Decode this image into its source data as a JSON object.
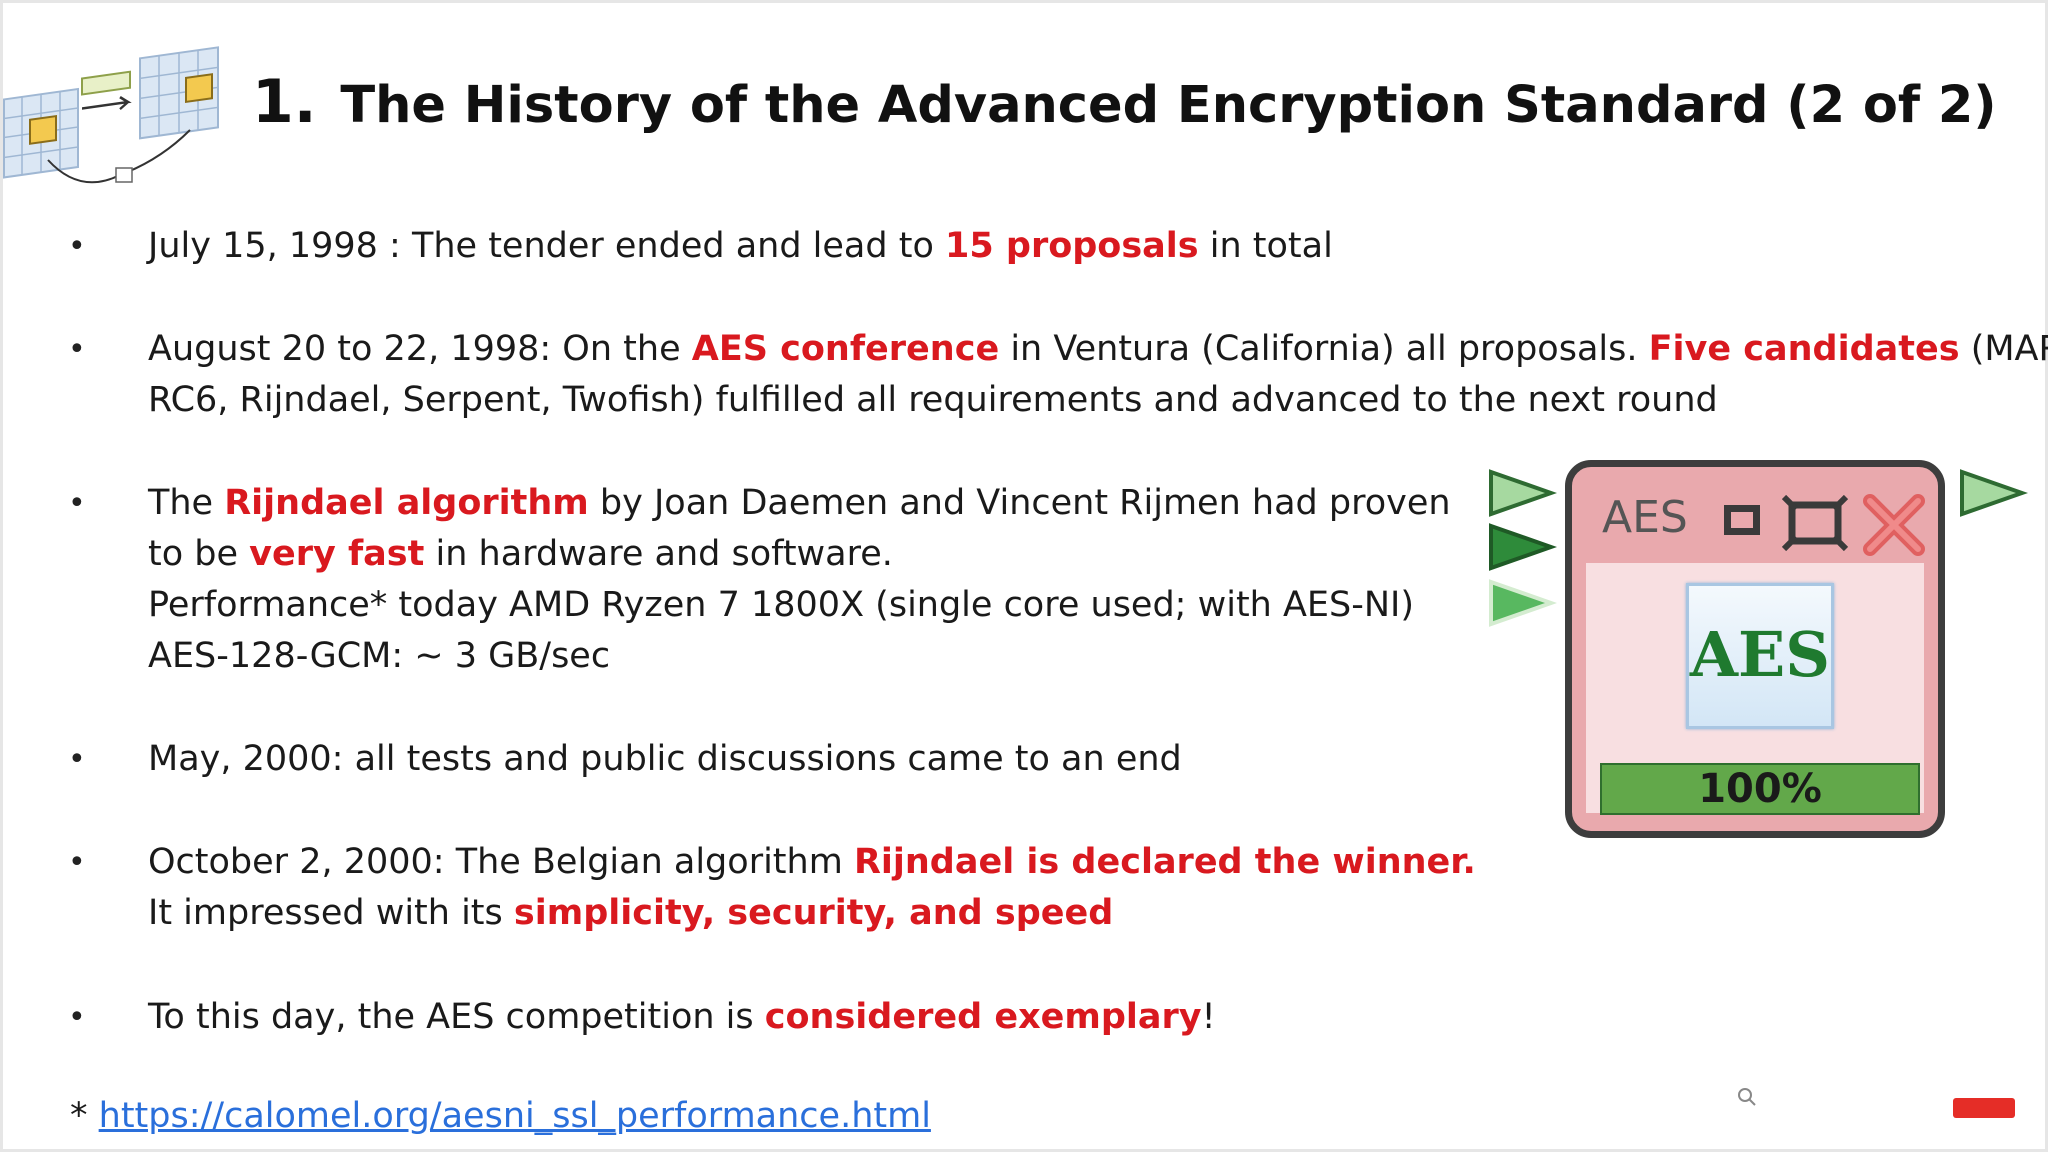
{
  "slide": {
    "title_number": "1.",
    "title_text": "The History of the Advanced Encryption Standard (2 of 2)",
    "bullets": [
      {
        "lines": [
          [
            {
              "text": "July 15, 1998 : The tender ended and lead to "
            },
            {
              "text": "15 proposals",
              "red": true
            },
            {
              "text": " in total"
            }
          ]
        ]
      },
      {
        "lines": [
          [
            {
              "text": "August 20 to 22, 1998: On the "
            },
            {
              "text": "AES conference",
              "red": true
            },
            {
              "text": " in Ventura (California) all proposals. "
            },
            {
              "text": "Five candidates",
              "red": true
            },
            {
              "text": " (MARS,"
            }
          ],
          [
            {
              "text": "RC6, Rijndael, Serpent, Twofish) fulfilled all requirements and advanced to the next round"
            }
          ]
        ]
      },
      {
        "lines": [
          [
            {
              "text": "The "
            },
            {
              "text": "Rijndael algorithm",
              "red": true
            },
            {
              "text": " by Joan Daemen and Vincent Rijmen had proven"
            }
          ],
          [
            {
              "text": "to be "
            },
            {
              "text": "very fast",
              "red": true
            },
            {
              "text": " in hardware and software."
            }
          ],
          [
            {
              "text": "Performance* today AMD Ryzen 7 1800X (single core used; with AES-NI)"
            }
          ],
          [
            {
              "text": "AES-128-GCM: ~ 3 GB/sec"
            }
          ]
        ]
      },
      {
        "lines": [
          [
            {
              "text": "May, 2000: all tests and public discussions came to an end"
            }
          ]
        ]
      },
      {
        "lines": [
          [
            {
              "text": "October 2, 2000: The Belgian algorithm "
            },
            {
              "text": "Rijndael is declared the winner.",
              "red": true
            }
          ],
          [
            {
              "text": "It impressed with its "
            },
            {
              "text": "simplicity, security, and speed",
              "red": true
            }
          ]
        ]
      },
      {
        "lines": [
          [
            {
              "text": "To this day, the AES competition is "
            },
            {
              "text": "considered exemplary",
              "red": true
            },
            {
              "text": "!"
            }
          ]
        ]
      }
    ],
    "bullet_symbol": "•",
    "footnote": {
      "marker": "* ",
      "link_text": "https://calomel.org/aesni_ssl_performance.html"
    }
  },
  "aes_widget": {
    "window_title": "AES",
    "logo_text": "AES",
    "progress_fraction": 1.0,
    "progress_label": "100%"
  },
  "colors": {
    "highlight_red": "#d9191f",
    "link_blue": "#2a6fdb",
    "widget_pink": "#e9a9ad",
    "progress_green": "#62a84a",
    "arrow_green": "#2e8b3a"
  },
  "icons": {
    "logo": "aes-state-matrix-diagram-icon",
    "minimize": "minimize-icon",
    "maximize": "maximize-icon",
    "close": "close-x-icon",
    "arrows": "play-triangle-icon",
    "cursor": "mouse-cursor-icon",
    "subscribe": "youtube-subscribe-icon"
  }
}
